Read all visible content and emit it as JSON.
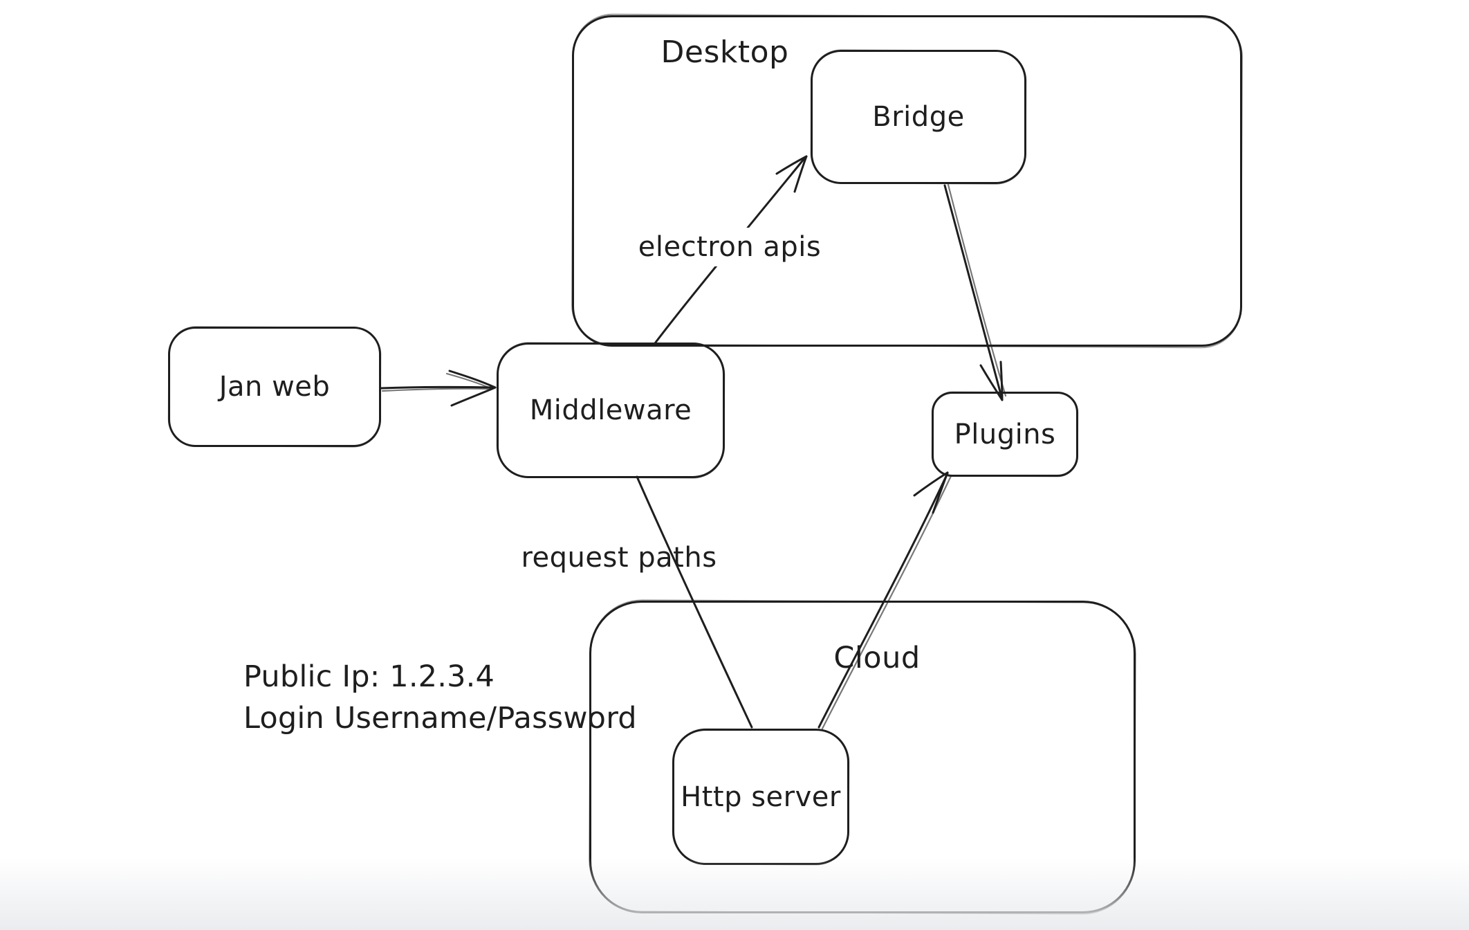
{
  "app": {
    "type": "hand-drawn architecture diagram",
    "background_color": "#ffffff",
    "ink_color": "#1e1e1e"
  },
  "containers": {
    "desktop": {
      "label": "Desktop"
    },
    "cloud": {
      "label": "Cloud"
    }
  },
  "nodes": {
    "jan_web": {
      "label": "Jan web"
    },
    "middleware": {
      "label": "Middleware"
    },
    "bridge": {
      "label": "Bridge"
    },
    "plugins": {
      "label": "Plugins"
    },
    "http_server": {
      "label": "Http server"
    }
  },
  "edge_labels": {
    "electron_apis": "electron apis",
    "request_paths": "request paths"
  },
  "edges": [
    {
      "from": "jan_web",
      "to": "middleware",
      "arrowhead": "end",
      "label": ""
    },
    {
      "from": "middleware",
      "to": "bridge",
      "arrowhead": "end",
      "label": "electron apis"
    },
    {
      "from": "bridge",
      "to": "plugins",
      "arrowhead": "end",
      "label": ""
    },
    {
      "from": "middleware",
      "to": "http_server",
      "arrowhead": "none",
      "label": "request paths"
    },
    {
      "from": "http_server",
      "to": "plugins",
      "arrowhead": "end",
      "label": ""
    }
  ],
  "notes": {
    "public_ip": "Public Ip: 1.2.3.4",
    "login": "Login Username/Password"
  }
}
